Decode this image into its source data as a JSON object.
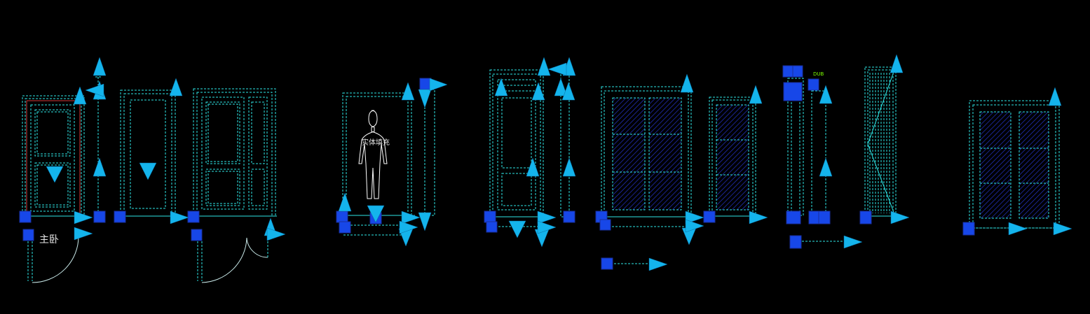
{
  "colors": {
    "background": "#000000",
    "linework": "#2ee6e6",
    "grip_square": "#1747e8",
    "grip_arrow": "#14b4ec",
    "hatch": "#2433c8",
    "red_line": "#d23a3a",
    "label_text": "#e6e6e6",
    "small_tag": "#7cfc00"
  },
  "labels": {
    "room": "主卧",
    "figure_caption": "实体填充",
    "tag": "DUB"
  },
  "icons": [
    "grip-square-icon",
    "grip-arrow-icon"
  ]
}
